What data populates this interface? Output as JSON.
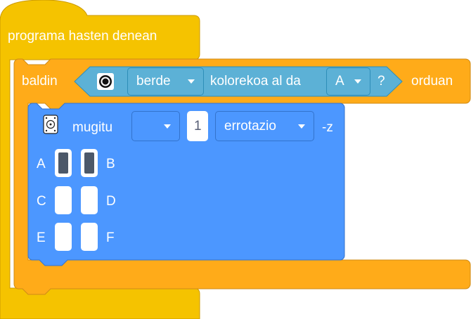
{
  "hat": {
    "label": "programa hasten denean"
  },
  "if_block": {
    "label": "baldin",
    "then_label": "orduan",
    "condition": {
      "color_value": "berde",
      "text": "kolorekoa al da",
      "port_value": "A",
      "question": "?"
    }
  },
  "move_block": {
    "label": "mugitu",
    "direction_icon": "rotate-clockwise-icon",
    "amount": "1",
    "unit": "errotazio",
    "suffix": "-z",
    "ports": [
      {
        "left": "A",
        "right": "B",
        "left_on": true,
        "right_on": true
      },
      {
        "left": "C",
        "right": "D",
        "left_on": false,
        "right_on": false
      },
      {
        "left": "E",
        "right": "F",
        "left_on": false,
        "right_on": false
      }
    ]
  },
  "colors": {
    "events": "#f5c300",
    "control": "#ffab19",
    "sensing": "#5cb1d6",
    "motion": "#4c97ff",
    "active_port": "#4c5869"
  }
}
